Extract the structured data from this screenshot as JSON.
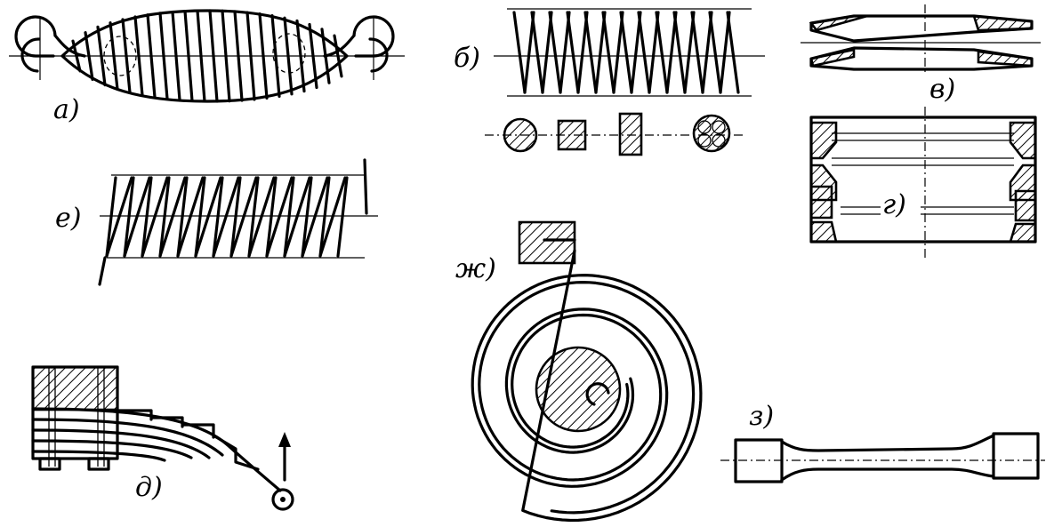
{
  "labels": {
    "a": "а)",
    "b": "б)",
    "v": "в)",
    "g": "г)",
    "d": "д)",
    "e": "е)",
    "zh": "ж)",
    "z": "з)"
  },
  "colors": {
    "ink": "#000000",
    "background": "#ffffff"
  }
}
